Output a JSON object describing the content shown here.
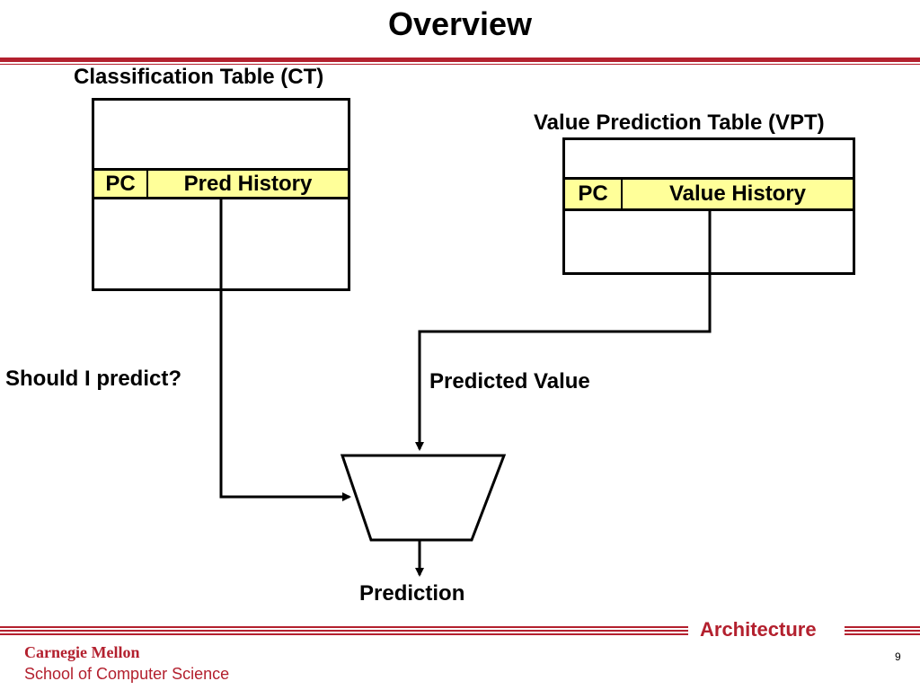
{
  "title": "Overview",
  "ct": {
    "title": "Classification Table (CT)",
    "pc": "PC",
    "field": "Pred History"
  },
  "vpt": {
    "title": "Value Prediction Table (VPT)",
    "pc": "PC",
    "field": "Value History"
  },
  "labels": {
    "should_predict": "Should I predict?",
    "predicted_value": "Predicted Value",
    "prediction": "Prediction"
  },
  "footer": {
    "section": "Architecture",
    "org": "Carnegie Mellon",
    "school": "School of Computer Science",
    "page": "9"
  },
  "colors": {
    "accent": "#b3202e",
    "row_fill": "#ffff99"
  }
}
